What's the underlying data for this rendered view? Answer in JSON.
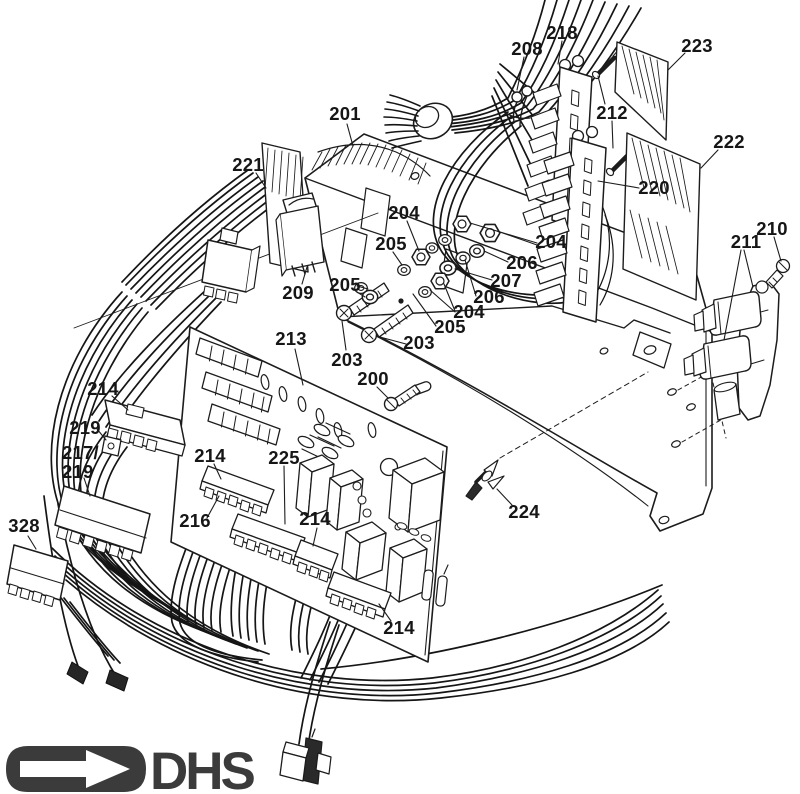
{
  "figure": {
    "kind": "exploded-parts-diagram",
    "subject": "Electronic control unit chassis with circuit board, terminal strips and wiring harness",
    "visible_part_numbers": [
      "200",
      "201",
      "203",
      "204",
      "205",
      "206",
      "207",
      "208",
      "209",
      "210",
      "211",
      "212",
      "213",
      "214",
      "216",
      "217/219",
      "218",
      "219",
      "220",
      "221",
      "222",
      "223",
      "224",
      "225",
      "328"
    ]
  },
  "brand": {
    "logo_text": "DHS"
  },
  "colors": {
    "line": "#1c1c1c",
    "logo": "#3b3b3b",
    "paper": "#ffffff"
  },
  "labels": [
    {
      "id": "201",
      "text": "201"
    },
    {
      "id": "208",
      "text": "208"
    },
    {
      "id": "218",
      "text": "218"
    },
    {
      "id": "223",
      "text": "223"
    },
    {
      "id": "212",
      "text": "212"
    },
    {
      "id": "222",
      "text": "222"
    },
    {
      "id": "220",
      "text": "220"
    },
    {
      "id": "221",
      "text": "221"
    },
    {
      "id": "210",
      "text": "210"
    },
    {
      "id": "211",
      "text": "211"
    },
    {
      "id": "204-top",
      "text": "204"
    },
    {
      "id": "205-top",
      "text": "205"
    },
    {
      "id": "209",
      "text": "209"
    },
    {
      "id": "205-left",
      "text": "205"
    },
    {
      "id": "204-right",
      "text": "204"
    },
    {
      "id": "206-upper",
      "text": "206"
    },
    {
      "id": "207",
      "text": "207"
    },
    {
      "id": "206-lower",
      "text": "206"
    },
    {
      "id": "204-lower",
      "text": "204"
    },
    {
      "id": "205-lower",
      "text": "205"
    },
    {
      "id": "203-left",
      "text": "203"
    },
    {
      "id": "203-right",
      "text": "203"
    },
    {
      "id": "200",
      "text": "200"
    },
    {
      "id": "213",
      "text": "213"
    },
    {
      "id": "214-a",
      "text": "214"
    },
    {
      "id": "219",
      "text": "219"
    },
    {
      "id": "217-219-line1",
      "text": "217/"
    },
    {
      "id": "217-219-line2",
      "text": "219"
    },
    {
      "id": "328",
      "text": "328"
    },
    {
      "id": "216",
      "text": "216"
    },
    {
      "id": "214-b",
      "text": "214"
    },
    {
      "id": "225",
      "text": "225"
    },
    {
      "id": "214-c",
      "text": "214"
    },
    {
      "id": "214-d",
      "text": "214"
    },
    {
      "id": "224",
      "text": "224"
    }
  ]
}
